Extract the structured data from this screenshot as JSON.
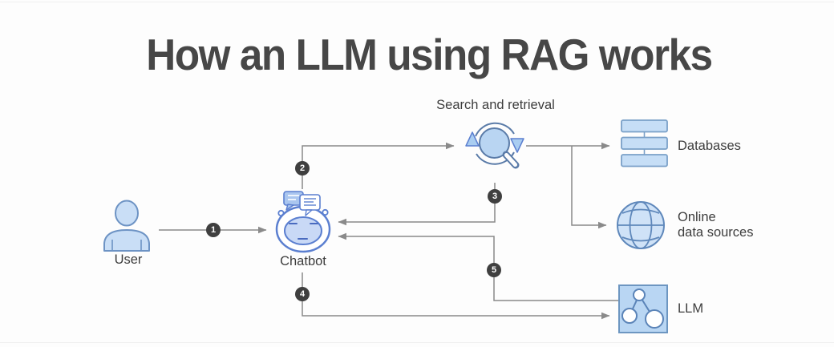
{
  "title": "How an LLM using RAG works",
  "nodes": {
    "user": {
      "label": "User"
    },
    "chatbot": {
      "label": "Chatbot"
    },
    "search": {
      "label": "Search and retrieval"
    },
    "databases": {
      "label": "Databases"
    },
    "online_data_sources": {
      "label_line1": "Online",
      "label_line2": "data sources"
    },
    "llm": {
      "label": "LLM"
    }
  },
  "steps": [
    "1",
    "2",
    "3",
    "4",
    "5"
  ],
  "colors": {
    "icon_fill_light_blue": "#c9def6",
    "icon_stroke_blue": "#5b7fd0",
    "icon_stroke_slate": "#5a7ba8",
    "connector_line_gray": "#8a8a8a",
    "badge_background": "#3f3f3f",
    "badge_text": "#ffffff",
    "title_text": "#474747",
    "label_text": "#3d3d3d",
    "background": "#fdfdfd"
  }
}
